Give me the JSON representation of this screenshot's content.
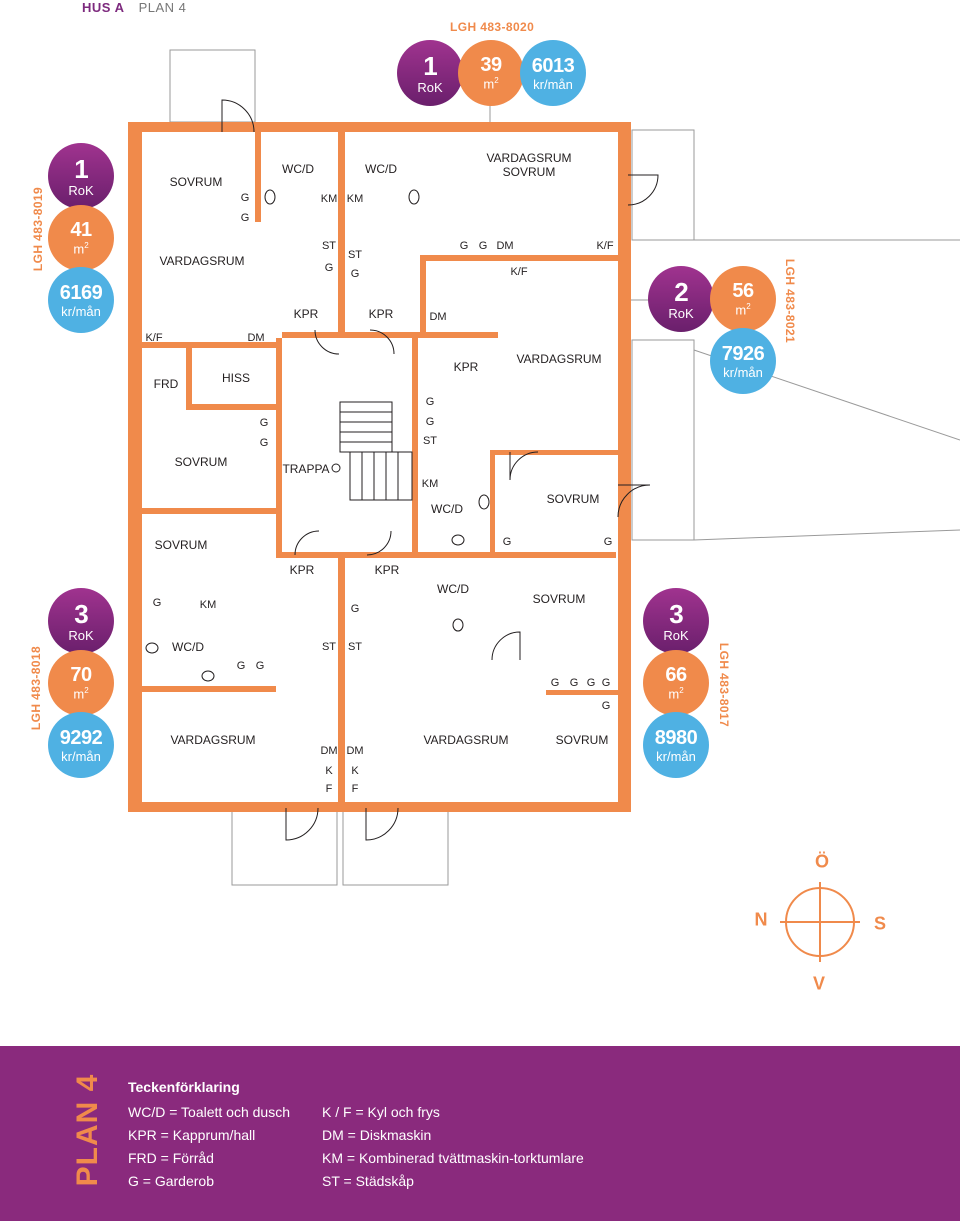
{
  "header": {
    "building": "HUS A",
    "floor": "PLAN 4"
  },
  "apartments": [
    {
      "id": "LGH 483-8020",
      "rooms": "1",
      "rok": "RoK",
      "area": "39",
      "rent": "6013",
      "unit_area": "m",
      "unit_rent": "kr/mån"
    },
    {
      "id": "LGH 483-8019",
      "rooms": "1",
      "rok": "RoK",
      "area": "41",
      "rent": "6169",
      "unit_area": "m",
      "unit_rent": "kr/mån"
    },
    {
      "id": "LGH 483-8021",
      "rooms": "2",
      "rok": "RoK",
      "area": "56",
      "rent": "7926",
      "unit_area": "m",
      "unit_rent": "kr/mån"
    },
    {
      "id": "LGH 483-8018",
      "rooms": "3",
      "rok": "RoK",
      "area": "70",
      "rent": "9292",
      "unit_area": "m",
      "unit_rent": "kr/mån"
    },
    {
      "id": "LGH 483-8017",
      "rooms": "3",
      "rok": "RoK",
      "area": "66",
      "rent": "8980",
      "unit_area": "m",
      "unit_rent": "kr/mån"
    }
  ],
  "rooms": {
    "sovrum": "SOVRUM",
    "vardagsrum": "VARDAGSRUM",
    "vardagsrum_sovrum_1": "VARDAGSRUM",
    "vardagsrum_sovrum_2": "SOVRUM",
    "wcd": "WC/D",
    "kpr": "KPR",
    "frd": "FRD",
    "hiss": "HISS",
    "trappa": "TRAPPA",
    "kf": "K/F",
    "dm": "DM",
    "km": "KM",
    "st": "ST",
    "g": "G",
    "k": "K",
    "f": "F"
  },
  "compass": {
    "n": "N",
    "s": "S",
    "o": "Ö",
    "v": "V"
  },
  "footer": {
    "plan_label": "PLAN 4",
    "legend_title": "Teckenförklaring",
    "legend_left": [
      "WC/D = Toalett och dusch",
      "KPR = Kapprum/hall",
      "FRD = Förråd",
      "G = Garderob"
    ],
    "legend_right": [
      "K / F = Kyl och frys",
      "DM = Diskmaskin",
      "KM = Kombinerad tvättmaskin-torktumlare",
      "ST = Städskåp"
    ]
  },
  "colors": {
    "wall": "#f08a4b",
    "purple": "#7d2a7e",
    "orange": "#f08a4b",
    "blue": "#4fb1e3",
    "footer": "#8a2a7d"
  }
}
